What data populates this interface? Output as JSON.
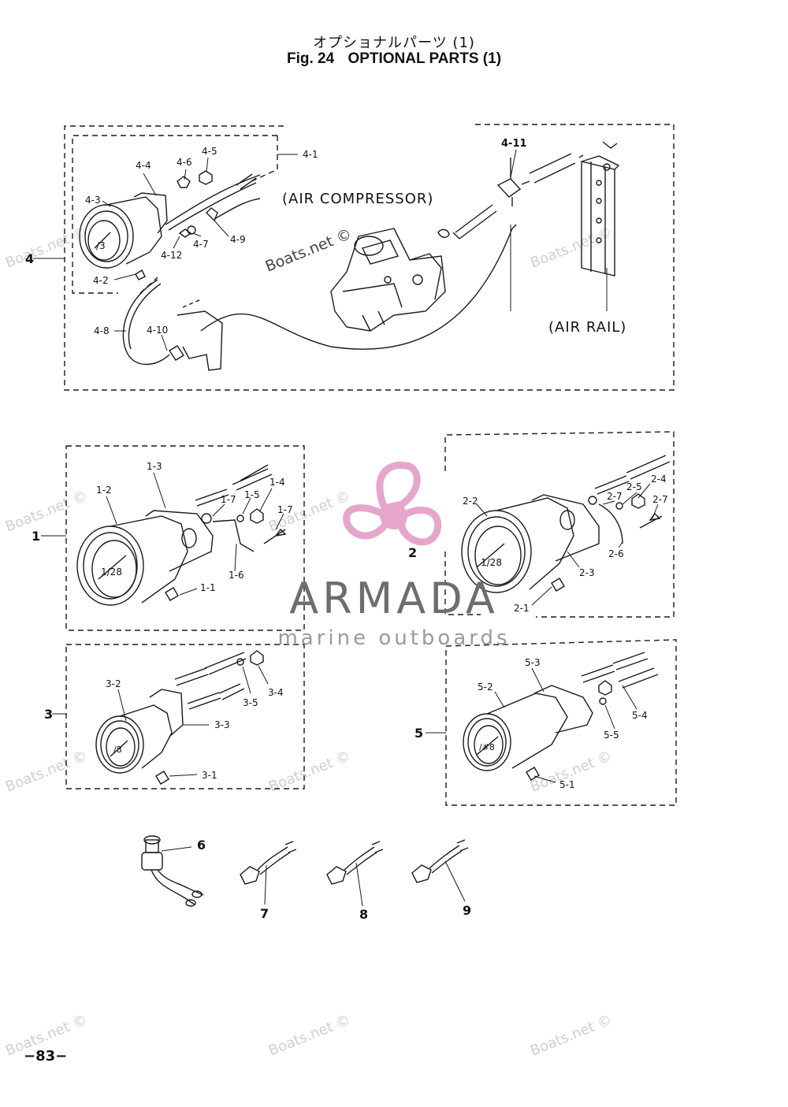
{
  "header": {
    "title_jp": "オプショナルパーツ (1)",
    "fig_no": "Fig. 24",
    "title_en": "OPTIONAL PARTS (1)"
  },
  "page_number": "−83−",
  "callouts": {
    "air_compressor": "(AIR COMPRESSOR)",
    "air_rail": "(AIR RAIL)"
  },
  "group_labels": [
    "4",
    "1",
    "2",
    "3",
    "5",
    "6",
    "7",
    "8",
    "9"
  ],
  "part_labels": {
    "g4": [
      "4-1",
      "4-2",
      "4-3",
      "4-4",
      "4-5",
      "4-6",
      "4-7",
      "4-8",
      "4-9",
      "4-10",
      "4-11",
      "4-12"
    ],
    "g1": [
      "1-1",
      "1-2",
      "1-3",
      "1-4",
      "1-5",
      "1-6",
      "1-7",
      "1-7"
    ],
    "g2": [
      "2-1",
      "2-2",
      "2-3",
      "2-4",
      "2-5",
      "2-6",
      "2-7",
      "2-7"
    ],
    "g3": [
      "3-1",
      "3-2",
      "3-3",
      "3-4",
      "3-5"
    ],
    "g5": [
      "5-1",
      "5-2",
      "5-3",
      "5-4",
      "5-5"
    ]
  },
  "watermarks": {
    "site": "Boats.net ©",
    "brand_name": "ARMADA",
    "brand_tagline": "marine outboards"
  },
  "colors": {
    "line": "#1a1a1a",
    "brand_pink": "#e6a6cc",
    "brand_grey": "#6e6e6e",
    "watermark": "#cfcfcf"
  }
}
